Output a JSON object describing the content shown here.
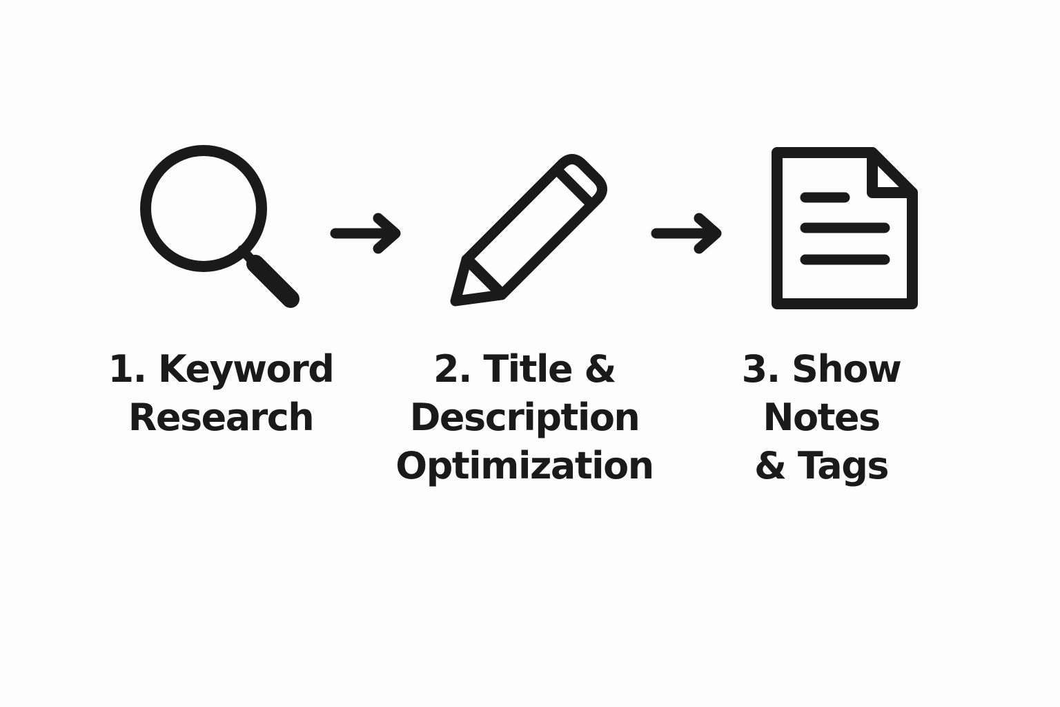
{
  "colors": {
    "background": "#fdfdfd",
    "ink": "#1a1a1a"
  },
  "steps": [
    {
      "icon": "magnifying-glass-icon",
      "label_lines": [
        "1. Keyword",
        "Research"
      ]
    },
    {
      "icon": "pencil-icon",
      "label_lines": [
        "2. Title &",
        "Description",
        "Optimization"
      ]
    },
    {
      "icon": "document-icon",
      "label_lines": [
        "3. Show",
        "Notes",
        "& Tags"
      ]
    }
  ],
  "connectors": [
    "arrow-right-icon",
    "arrow-right-icon"
  ]
}
